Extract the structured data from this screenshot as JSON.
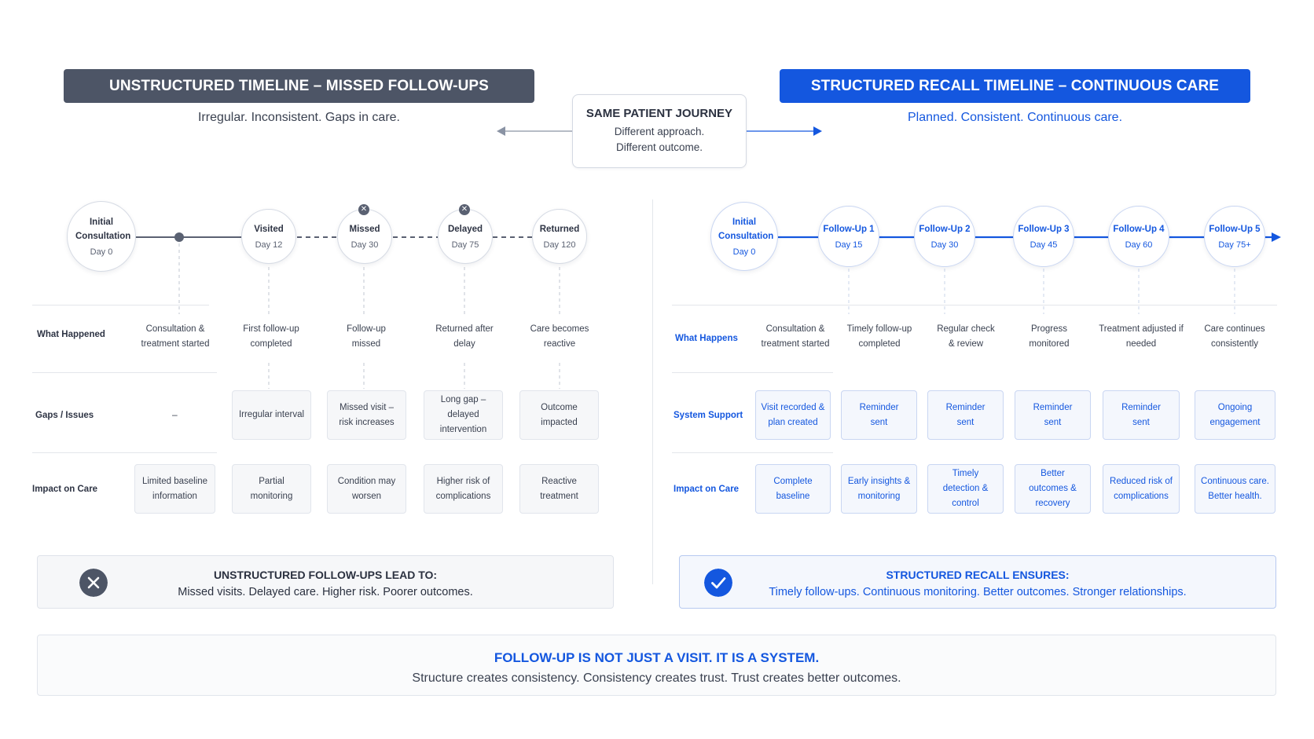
{
  "left": {
    "header": "UNSTRUCTURED TIMELINE – MISSED FOLLOW-UPS",
    "subtitle": "Irregular. Inconsistent. Gaps in care.",
    "nodes": [
      {
        "title": "Initial Consultation",
        "day": "Day 0"
      },
      {
        "title": "Visited",
        "day": "Day 12"
      },
      {
        "title": "Missed",
        "day": "Day 30"
      },
      {
        "title": "Delayed",
        "day": "Day 75"
      },
      {
        "title": "Returned",
        "day": "Day 120"
      }
    ],
    "row_labels": [
      "What Happened",
      "Gaps / Issues",
      "Impact on Care"
    ],
    "what": [
      "Consultation & treatment started",
      "First follow-up completed",
      "Follow-up missed",
      "Returned after delay",
      "Care becomes reactive"
    ],
    "gaps": [
      "–",
      "Irregular interval",
      "Missed visit – risk increases",
      "Long gap – delayed intervention",
      "Outcome impacted"
    ],
    "impact": [
      "Limited baseline information",
      "Partial monitoring",
      "Condition may worsen",
      "Higher risk of complications",
      "Reactive treatment"
    ],
    "summary": {
      "title": "UNSTRUCTURED FOLLOW-UPS LEAD TO:",
      "body": "Missed visits. Delayed care. Higher risk. Poorer outcomes."
    }
  },
  "center": {
    "title": "SAME PATIENT JOURNEY",
    "line1": "Different approach.",
    "line2": "Different outcome."
  },
  "right": {
    "header": "STRUCTURED RECALL TIMELINE – CONTINUOUS CARE",
    "subtitle": "Planned. Consistent. Continuous care.",
    "nodes": [
      {
        "title": "Initial Consultation",
        "day": "Day 0"
      },
      {
        "title": "Follow-Up 1",
        "day": "Day 15"
      },
      {
        "title": "Follow-Up 2",
        "day": "Day 30"
      },
      {
        "title": "Follow-Up 3",
        "day": "Day 45"
      },
      {
        "title": "Follow-Up 4",
        "day": "Day 60"
      },
      {
        "title": "Follow-Up 5",
        "day": "Day 75+"
      }
    ],
    "row_labels": [
      "What Happens",
      "System Support",
      "Impact on Care"
    ],
    "what": [
      "Consultation & treatment started",
      "Timely follow-up completed",
      "Regular check & review",
      "Progress monitored",
      "Treatment adjusted if needed",
      "Care continues consistently"
    ],
    "support": [
      "Visit recorded & plan created",
      "Reminder sent",
      "Reminder sent",
      "Reminder sent",
      "Reminder sent",
      "Ongoing engagement"
    ],
    "impact": [
      "Complete baseline",
      "Early insights & monitoring",
      "Timely detection & control",
      "Better outcomes & recovery",
      "Reduced risk of complications",
      "Continuous care. Better health."
    ],
    "summary": {
      "title": "STRUCTURED RECALL ENSURES:",
      "body": "Timely follow-ups. Continuous monitoring. Better outcomes. Stronger relationships."
    }
  },
  "footer": {
    "title": "FOLLOW-UP IS NOT JUST A VISIT. IT IS A SYSTEM.",
    "body": "Structure creates consistency. Consistency creates trust. Trust creates better outcomes."
  },
  "colors": {
    "brand_blue": "#1457df",
    "slate": "#4d5566"
  }
}
